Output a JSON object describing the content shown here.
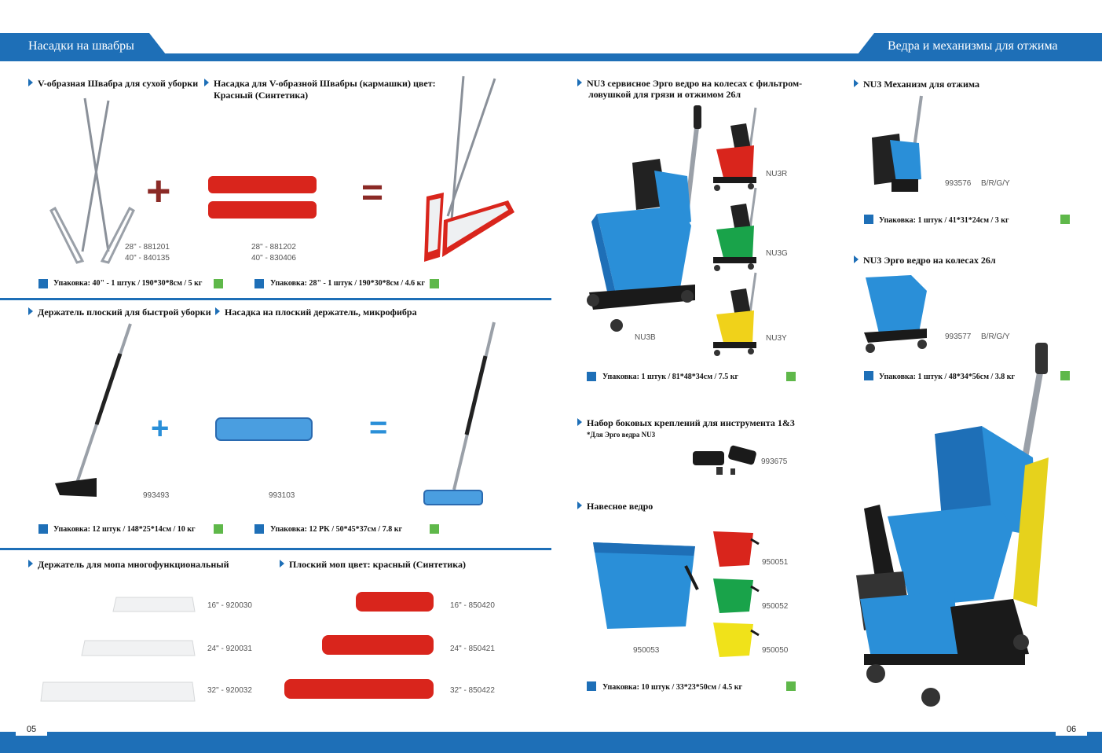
{
  "header": {
    "left_title": "Насадки на швабры",
    "right_title": "Ведра и механизмы для отжима"
  },
  "footer": {
    "left_page": "05",
    "right_page": "06"
  },
  "left": {
    "s1": {
      "t1": "V-образная Швабра для сухой уборки",
      "t2a": "Насадка для V-образной Швабры (кармашки) цвет:",
      "t2b": "Красный (Синтетика)",
      "codes1": [
        "28\" - 881201",
        "40\" - 840135"
      ],
      "codes2": [
        "28\" - 881202",
        "40\" - 830406"
      ],
      "pack1": "Упаковка: 40\" - 1 штук / 190*30*8см / 5 кг",
      "pack2": "Упаковка: 28\" - 1 штук / 190*30*8см / 4.6 кг"
    },
    "s2": {
      "t1": "Держатель плоский для быстрой уборки",
      "t2": "Насадка на плоский держатель, микрофибра",
      "code1": "993493",
      "code2": "993103",
      "pack1": "Упаковка: 12 штук / 148*25*14см / 10 кг",
      "pack2": "Упаковка: 12 PK / 50*45*37см / 7.8 кг"
    },
    "s3": {
      "t1": "Держатель для мопа многофункциональный",
      "t2": "Плоский моп цвет: красный (Синтетика)",
      "holders": [
        "16\" - 920030",
        "24\" - 920031",
        "32\" - 920032"
      ],
      "mops": [
        "16\" - 850420",
        "24\" - 850421",
        "32\" - 850422"
      ]
    }
  },
  "right": {
    "b1": {
      "t_a": "NU3 сервисное Эрго ведро на колесах с фильтром-",
      "t_b": "ловушкой для грязи и отжимом 26л",
      "main_code": "NU3B",
      "variants": [
        "NU3R",
        "NU3G",
        "NU3Y"
      ],
      "pack": "Упаковка: 1 штук / 81*48*34см / 7.5 кг"
    },
    "b2": {
      "t": "NU3 Механизм для отжима",
      "code": "993576",
      "colors": "B/R/G/Y",
      "pack": "Упаковка: 1 штук / 41*31*24см / 3 кг"
    },
    "b3": {
      "t": "NU3 Эрго ведро на колесах 26л",
      "code": "993577",
      "colors": "B/R/G/Y",
      "pack": "Упаковка: 1 штук / 48*34*56см / 3.8 кг"
    },
    "b4": {
      "t": "Набор боковых креплений для инструмента 1&3",
      "note": "*Для Эрго ведра NU3",
      "code": "993675"
    },
    "b5": {
      "t": "Навесное ведро",
      "main_code": "950053",
      "variants": [
        "950051",
        "950052",
        "950050"
      ],
      "pack": "Упаковка: 10 штук / 33*23*50см / 4.5 кг"
    }
  },
  "colors": {
    "brand_blue": "#1e6fb7",
    "green_marker": "#5fb84a",
    "mop_red": "#d9251c",
    "bucket_blue": "#2a8fd8"
  }
}
